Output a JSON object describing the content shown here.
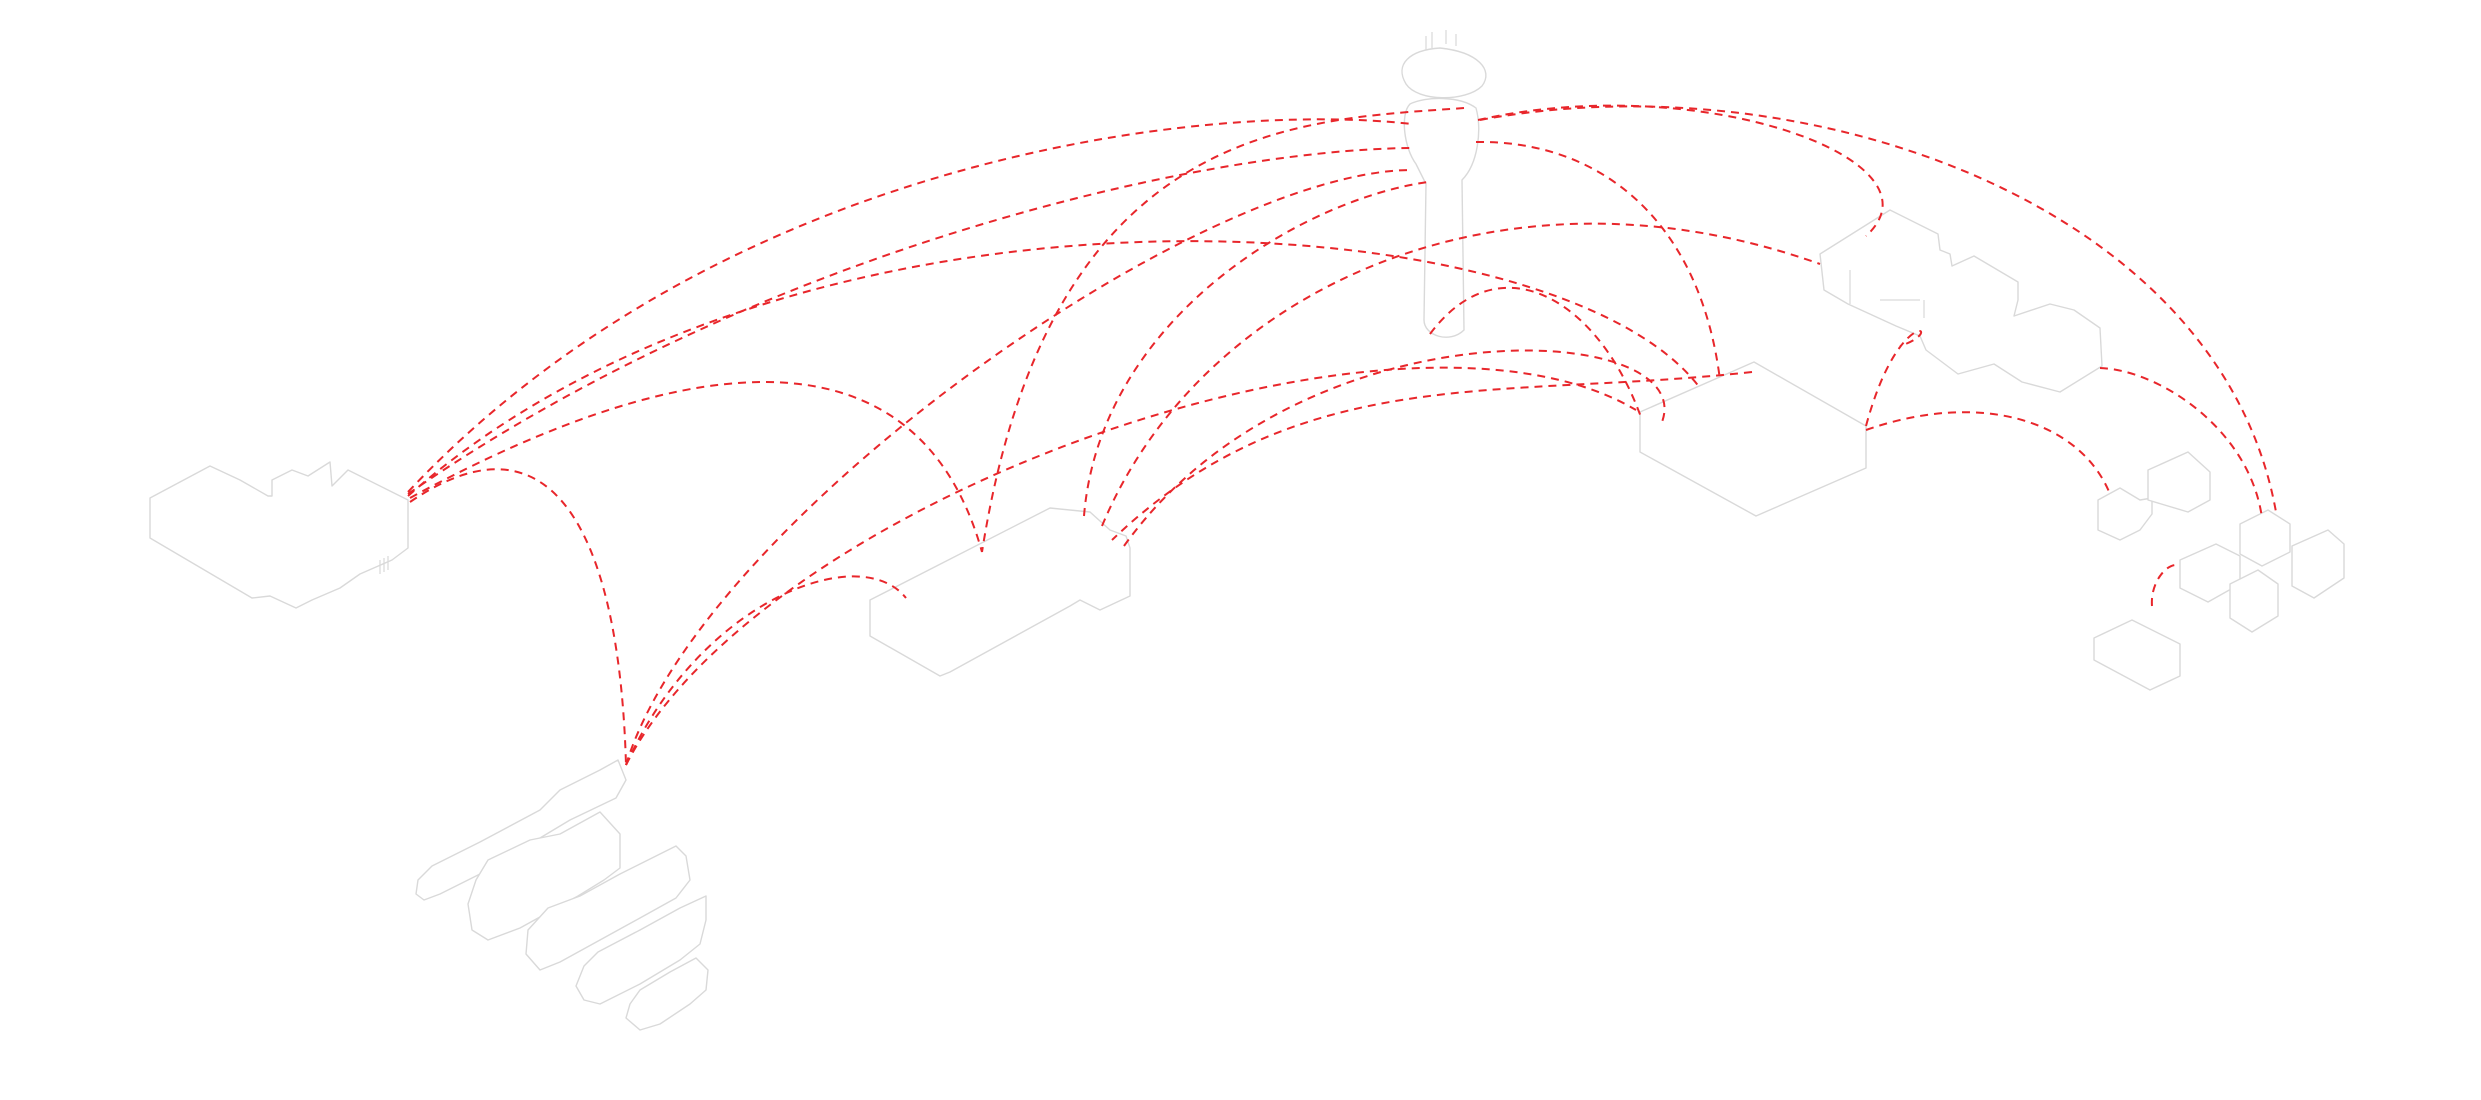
{
  "diagram": {
    "type": "isometric-network-map",
    "link_color": "#e8262b",
    "outline_color": "#d9d9d9",
    "background": "#ffffff",
    "link_style": "dashed",
    "nodes": [
      {
        "id": "west-terminal",
        "kind": "terminal-building"
      },
      {
        "id": "airliners",
        "kind": "parked-aircraft-group"
      },
      {
        "id": "central-terminal",
        "kind": "terminal-building"
      },
      {
        "id": "control-tower",
        "kind": "control-tower"
      },
      {
        "id": "east-hangar",
        "kind": "hangar"
      },
      {
        "id": "northeast-complex",
        "kind": "terminal-complex"
      },
      {
        "id": "east-cluster",
        "kind": "modular-buildings"
      }
    ],
    "links": [
      {
        "id": "l01"
      },
      {
        "id": "l02"
      },
      {
        "id": "l03"
      },
      {
        "id": "l04"
      },
      {
        "id": "l05"
      },
      {
        "id": "l06"
      },
      {
        "id": "l07"
      },
      {
        "id": "l08"
      },
      {
        "id": "l09"
      },
      {
        "id": "l10"
      },
      {
        "id": "l11"
      },
      {
        "id": "l12"
      },
      {
        "id": "l13"
      },
      {
        "id": "l14"
      },
      {
        "id": "l15"
      },
      {
        "id": "l16"
      },
      {
        "id": "l17"
      },
      {
        "id": "l18"
      },
      {
        "id": "l19"
      },
      {
        "id": "l20"
      },
      {
        "id": "l21"
      }
    ]
  }
}
